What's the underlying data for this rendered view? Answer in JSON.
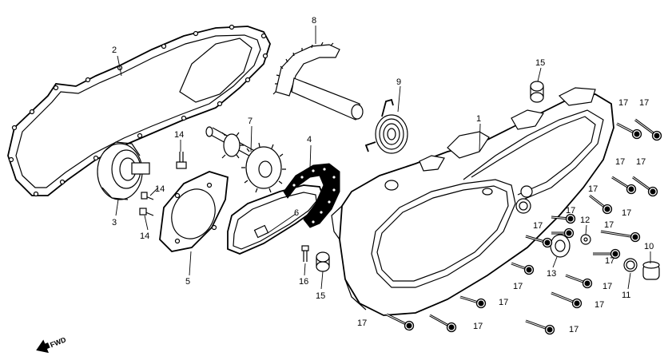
{
  "diagram": {
    "fwd_label": "FWD",
    "callouts": [
      {
        "id": "c1",
        "text": "1"
      },
      {
        "id": "c2",
        "text": "2"
      },
      {
        "id": "c3",
        "text": "3"
      },
      {
        "id": "c4",
        "text": "4"
      },
      {
        "id": "c5",
        "text": "5"
      },
      {
        "id": "c6",
        "text": "6"
      },
      {
        "id": "c7",
        "text": "7"
      },
      {
        "id": "c8",
        "text": "8"
      },
      {
        "id": "c9",
        "text": "9"
      },
      {
        "id": "c10",
        "text": "10"
      },
      {
        "id": "c11",
        "text": "11"
      },
      {
        "id": "c12",
        "text": "12"
      },
      {
        "id": "c13",
        "text": "13"
      },
      {
        "id": "c14a",
        "text": "14"
      },
      {
        "id": "c14b",
        "text": "14"
      },
      {
        "id": "c14c",
        "text": "14"
      },
      {
        "id": "c15a",
        "text": "15"
      },
      {
        "id": "c15b",
        "text": "15"
      },
      {
        "id": "c16",
        "text": "16"
      },
      {
        "id": "c17",
        "text": "17"
      }
    ]
  }
}
